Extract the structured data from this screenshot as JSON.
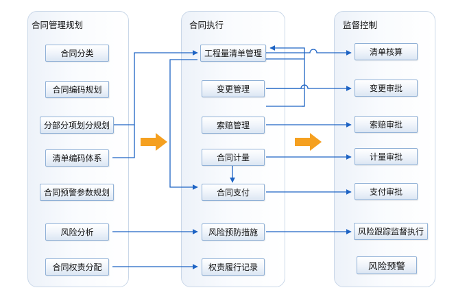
{
  "columns": {
    "planning": {
      "title": "合同管理规划",
      "items": [
        "合同分类",
        "合同编码规划",
        "分部分项划分规划",
        "清单编码体系",
        "合同预警参数规划",
        "风险分析",
        "合同权责分配"
      ]
    },
    "execution": {
      "title": "合同执行",
      "items": [
        "工程量清单管理",
        "变更管理",
        "索赔管理",
        "合同计量",
        "合同支付",
        "风险预防措施",
        "权责履行记录"
      ]
    },
    "supervision": {
      "title": "监督控制",
      "items": [
        "清单核算",
        "变更审批",
        "索赔审批",
        "计量审批",
        "支付审批",
        "风险跟踪监督执行",
        "风险预警"
      ]
    }
  },
  "colors": {
    "line": "#1d63c4",
    "arrow_fill": "#f5a020",
    "panel_border": "#c9d7e8",
    "box_border": "#8fb0d6"
  }
}
